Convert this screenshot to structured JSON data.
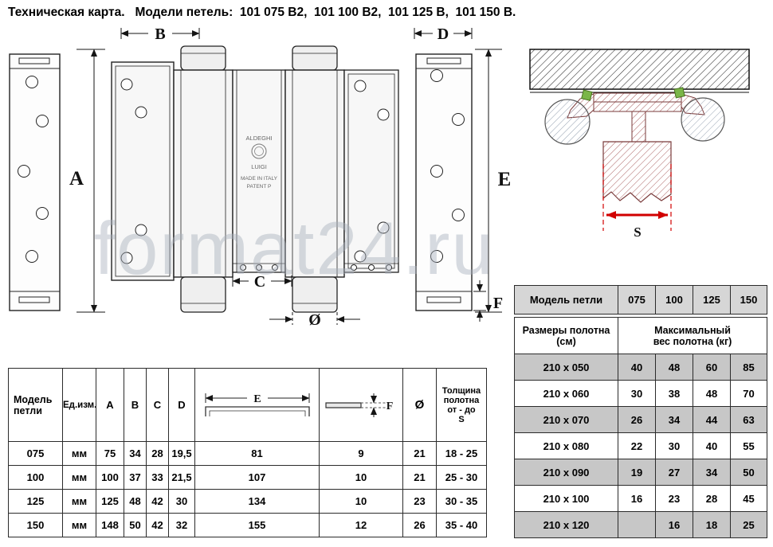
{
  "title": "Техническая карта.   Модели петель:  101 075 В2,  101 100 В2,  101 125 В,  101 150 В.",
  "watermark": {
    "text": "format24.ru"
  },
  "dims": {
    "a": "A",
    "b": "B",
    "c": "C",
    "d": "D",
    "e": "E",
    "f": "F",
    "diameter": "Ø",
    "s": "S"
  },
  "stamp": [
    "ALDEGHI",
    "LUIGI",
    "MADE IN ITALY",
    "PATENT P"
  ],
  "spec_table": {
    "headers": {
      "model": "Модель\nпетли",
      "unit": "Ед.изм.",
      "diameter": "Ø",
      "thickness": "Толщина\nполотна\nот - до\nS"
    },
    "rows": [
      {
        "model": "075",
        "unit": "мм",
        "a": "75",
        "b": "34",
        "c": "28",
        "d": "19,5",
        "e": "81",
        "f": "9",
        "diameter": "21",
        "thickness": "18 - 25"
      },
      {
        "model": "100",
        "unit": "мм",
        "a": "100",
        "b": "37",
        "c": "33",
        "d": "21,5",
        "e": "107",
        "f": "10",
        "diameter": "21",
        "thickness": "25 - 30"
      },
      {
        "model": "125",
        "unit": "мм",
        "a": "125",
        "b": "48",
        "c": "42",
        "d": "30",
        "e": "134",
        "f": "10",
        "diameter": "23",
        "thickness": "30 - 35"
      },
      {
        "model": "150",
        "unit": "мм",
        "a": "148",
        "b": "50",
        "c": "42",
        "d": "32",
        "e": "155",
        "f": "12",
        "diameter": "26",
        "thickness": "35 - 40"
      }
    ]
  },
  "weight_table": {
    "model_label": "Модель петли",
    "models": [
      "075",
      "100",
      "125",
      "150"
    ],
    "size_header": "Размеры полотна\n(см)",
    "weight_header": "Максимальный\nвес полотна (кг)",
    "rows": [
      {
        "size": "210 x 050",
        "values": [
          "40",
          "48",
          "60",
          "85"
        ]
      },
      {
        "size": "210 x 060",
        "values": [
          "30",
          "38",
          "48",
          "70"
        ]
      },
      {
        "size": "210 x 070",
        "values": [
          "26",
          "34",
          "44",
          "63"
        ]
      },
      {
        "size": "210 x 080",
        "values": [
          "22",
          "30",
          "40",
          "55"
        ]
      },
      {
        "size": "210 x 090",
        "values": [
          "19",
          "27",
          "34",
          "50"
        ]
      },
      {
        "size": "210 x 100",
        "values": [
          "16",
          "23",
          "28",
          "45"
        ]
      },
      {
        "size": "210 x 120",
        "values": [
          "",
          "16",
          "18",
          "25"
        ]
      }
    ]
  }
}
